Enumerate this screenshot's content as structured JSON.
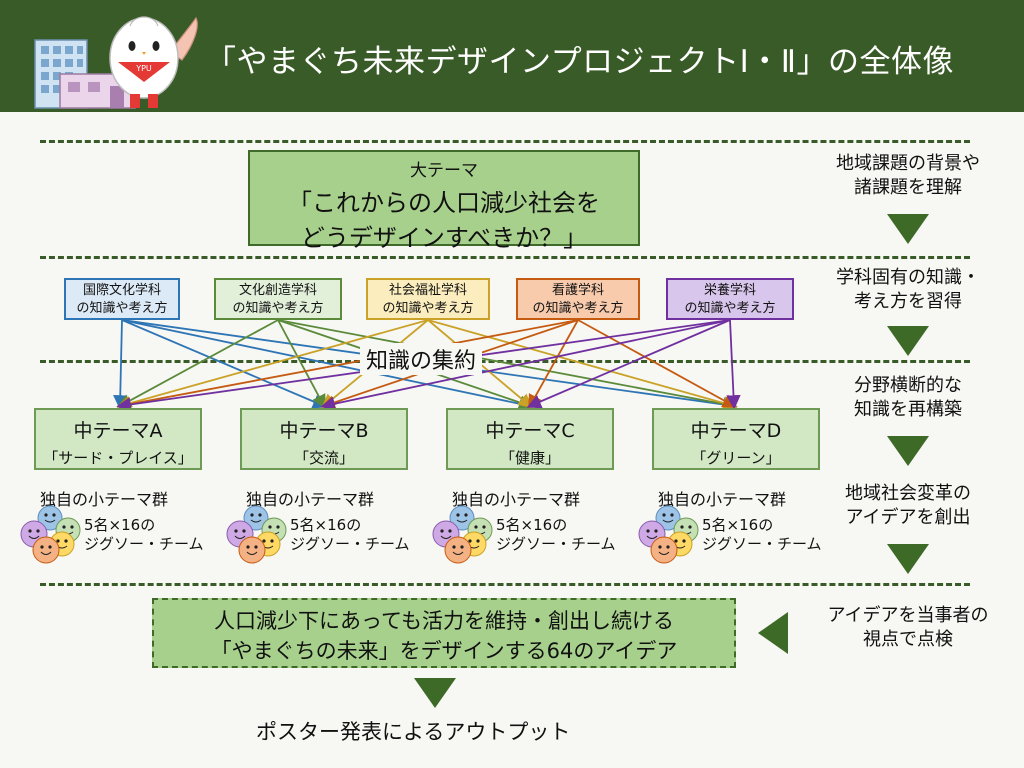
{
  "header": {
    "title": "「やまぐち未来デザインプロジェクトⅠ・Ⅱ」の全体像",
    "mascot_badge": "YPU",
    "bg_color": "#395b27"
  },
  "main_theme": {
    "label": "大テーマ",
    "line1": "「これからの人口減少社会を",
    "line2": "どうデザインすべきか？」"
  },
  "departments": [
    {
      "line1": "国際文化学科",
      "line2": "の知識や考え方",
      "color": "#2e75b6",
      "bg": "#dce9f6"
    },
    {
      "line1": "文化創造学科",
      "line2": "の知識や考え方",
      "color": "#5a8a3a",
      "bg": "#e2efd9"
    },
    {
      "line1": "社会福祉学科",
      "line2": "の知識や考え方",
      "color": "#c9a227",
      "bg": "#fbedbd"
    },
    {
      "line1": "看護学科",
      "line2": "の知識や考え方",
      "color": "#c55a11",
      "bg": "#f8cbad"
    },
    {
      "line1": "栄養学科",
      "line2": "の知識や考え方",
      "color": "#7030a0",
      "bg": "#d9c6ec"
    }
  ],
  "knowledge_label": "知識の集約",
  "middle_themes": [
    {
      "name": "中テーマA",
      "sub": "「サード・プレイス」"
    },
    {
      "name": "中テーマB",
      "sub": "「交流」"
    },
    {
      "name": "中テーマC",
      "sub": "「健康」"
    },
    {
      "name": "中テーマD",
      "sub": "「グリーン」"
    }
  ],
  "small_group_label": "独自の小テーマ群",
  "team": {
    "line1": "5名×16の",
    "line2": "ジグソー・チーム"
  },
  "ideas": {
    "line1": "人口減少下にあっても活力を維持・創出し続ける",
    "line2": "「やまぐちの未来」をデザインする64のアイデア"
  },
  "output_label": "ポスター発表によるアウトプット",
  "steps": [
    {
      "line1": "地域課題の背景や",
      "line2": "諸課題を理解"
    },
    {
      "line1": "学科固有の知識・",
      "line2": "考え方を習得"
    },
    {
      "line1": "分野横断的な",
      "line2": "知識を再構築"
    },
    {
      "line1": "地域社会変革の",
      "line2": "アイデアを創出"
    },
    {
      "line1": "アイデアを当事者の",
      "line2": "視点で点検"
    }
  ]
}
